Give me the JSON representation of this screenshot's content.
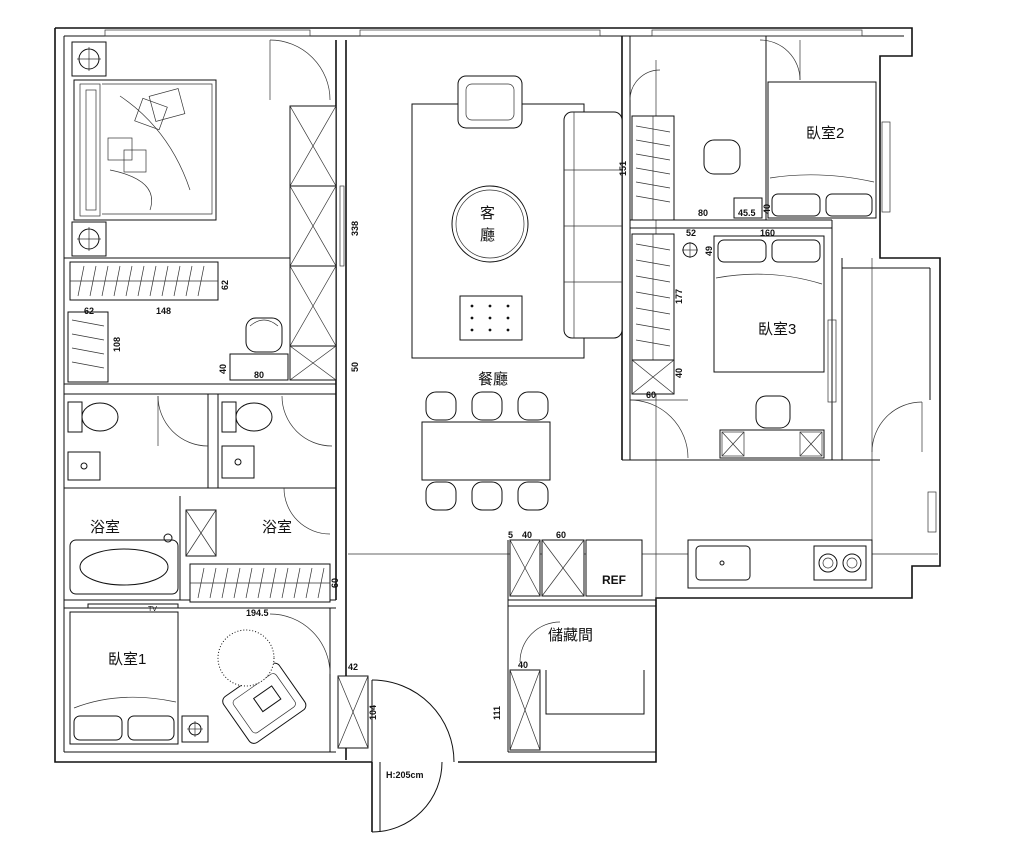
{
  "rooms": {
    "living": "客\n廳",
    "dining": "餐廳",
    "bedroom1": "臥室1",
    "bedroom2": "臥室2",
    "bedroom3": "臥室3",
    "bath_left": "浴室",
    "bath_right": "浴室",
    "storage": "儲藏間"
  },
  "appliances": {
    "fridge": "REF",
    "tv": "TV"
  },
  "door_note": "H:205cm",
  "dimensions": {
    "d_338": "338",
    "d_50_wall": "50",
    "d_62a": "62",
    "d_148": "148",
    "d_62b": "62",
    "d_108": "108",
    "d_40_desk": "40",
    "d_80_desk": "80",
    "d_194_5": "194.5",
    "d_60_wardrobe": "60",
    "d_151": "151",
    "d_80_b2": "80",
    "d_45_5": "45.5",
    "d_40_b2": "40",
    "d_52": "52",
    "d_160": "160",
    "d_49": "49",
    "d_177": "177",
    "d_40_b3": "40",
    "d_60_b3": "60",
    "d_5": "5",
    "d_40_kit": "40",
    "d_60_kit": "60",
    "d_42": "42",
    "d_104": "104",
    "d_111": "111",
    "d_40_st": "40"
  }
}
